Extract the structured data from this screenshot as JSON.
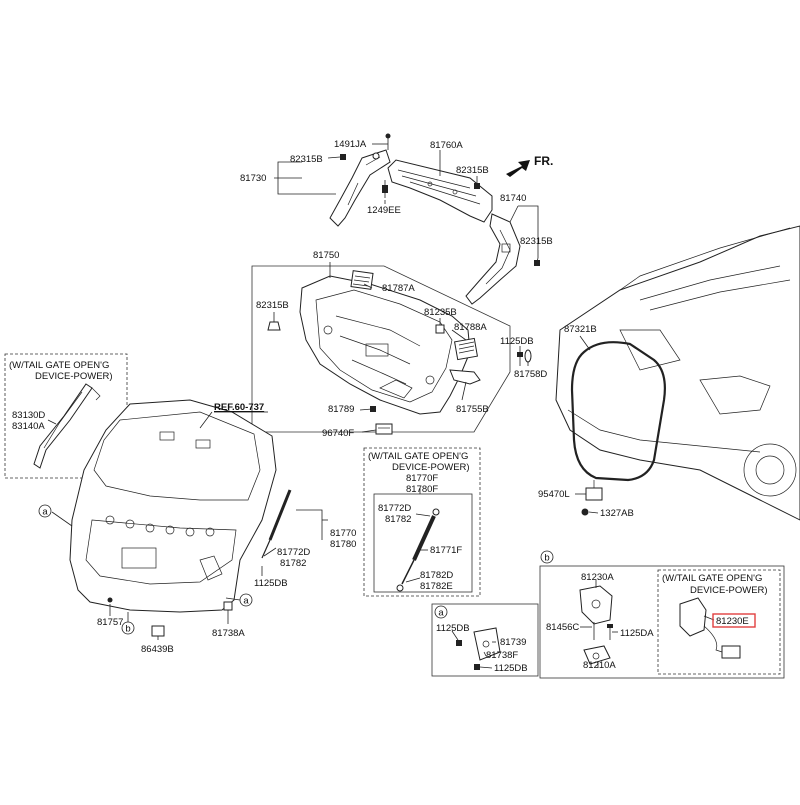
{
  "direction": "FR.",
  "reference": "REF.60-737",
  "highlight_color": "#e04040",
  "labels": {
    "l1491JA": "1491JA",
    "l82315B_top": "82315B",
    "l81730": "81730",
    "l1249EE": "1249EE",
    "l81760A": "81760A",
    "l82315B_mid": "82315B",
    "l81740": "81740",
    "l82315B_right": "82315B",
    "l81750": "81750",
    "l81787A": "81787A",
    "l82315B_left": "82315B",
    "l81235B": "81235B",
    "l81788A": "81788A",
    "l1125DB_a": "1125DB",
    "l81758D": "81758D",
    "l81789": "81789",
    "l81755B": "81755B",
    "l96740F": "96740F",
    "l87321B": "87321B",
    "l95470L": "95470L",
    "l1327AB": "1327AB",
    "l83130D": "83130D",
    "l83140A": "83140A",
    "l81770F": "81770F",
    "l81780F": "81780F",
    "l81772D_box": "81772D",
    "l81782_box": "81782",
    "l81771F": "81771F",
    "l81782D": "81782D",
    "l81782E": "81782E",
    "l81770": "81770",
    "l81780": "81780",
    "l81772D": "81772D",
    "l81782": "81782",
    "l1125DB_b": "1125DB",
    "l81757": "81757",
    "l86439B": "86439B",
    "l81738A": "81738A",
    "l81230A": "81230A",
    "l81456C": "81456C",
    "l1125DA": "1125DA",
    "l81210A": "81210A",
    "l81230E": "81230E",
    "l1125DB_c": "1125DB",
    "l81739": "81739",
    "l81738F": "81738F",
    "l1125DB_d": "1125DB"
  },
  "notes": {
    "left_line1": "(W/TAIL GATE OPEN'G",
    "left_line2": "DEVICE-POWER)",
    "mid_line1": "(W/TAIL GATE OPEN'G",
    "mid_line2": "DEVICE-POWER)",
    "right_line1": "(W/TAIL GATE OPEN'G",
    "right_line2": "DEVICE-POWER)"
  },
  "callouts": {
    "a": "a",
    "b": "b"
  }
}
